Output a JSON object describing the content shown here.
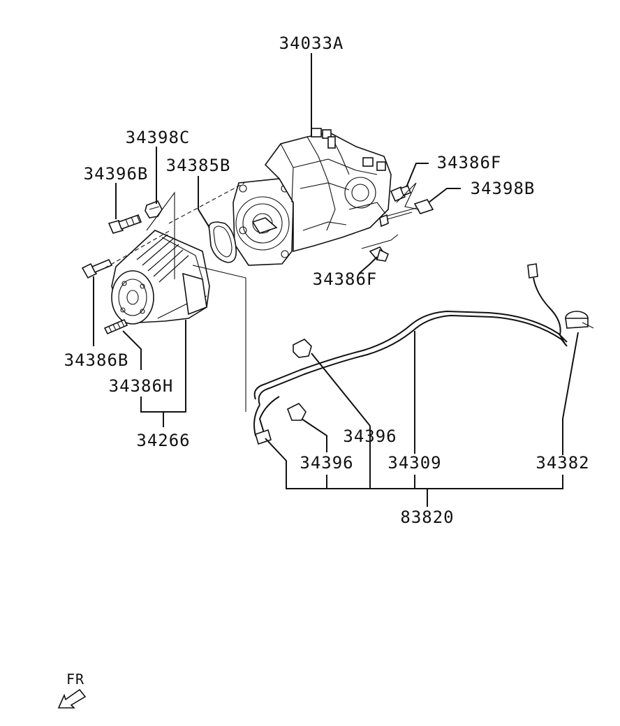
{
  "labels": {
    "transfer_case_assy": "34033A",
    "bracket_c": "34398C",
    "bolt_b_top": "34396B",
    "gasket_b": "34385B",
    "bolt_f_right": "34386F",
    "bracket_b": "34398B",
    "bolt_f_bottom": "34386F",
    "stud_b": "34386B",
    "stud_h": "34386H",
    "extension_housing": "34266",
    "clip_upper": "34396",
    "clip_lower": "34396",
    "tube": "34309",
    "sensor": "34382",
    "tube_assy": "83820"
  },
  "direction": {
    "text": "FR"
  }
}
